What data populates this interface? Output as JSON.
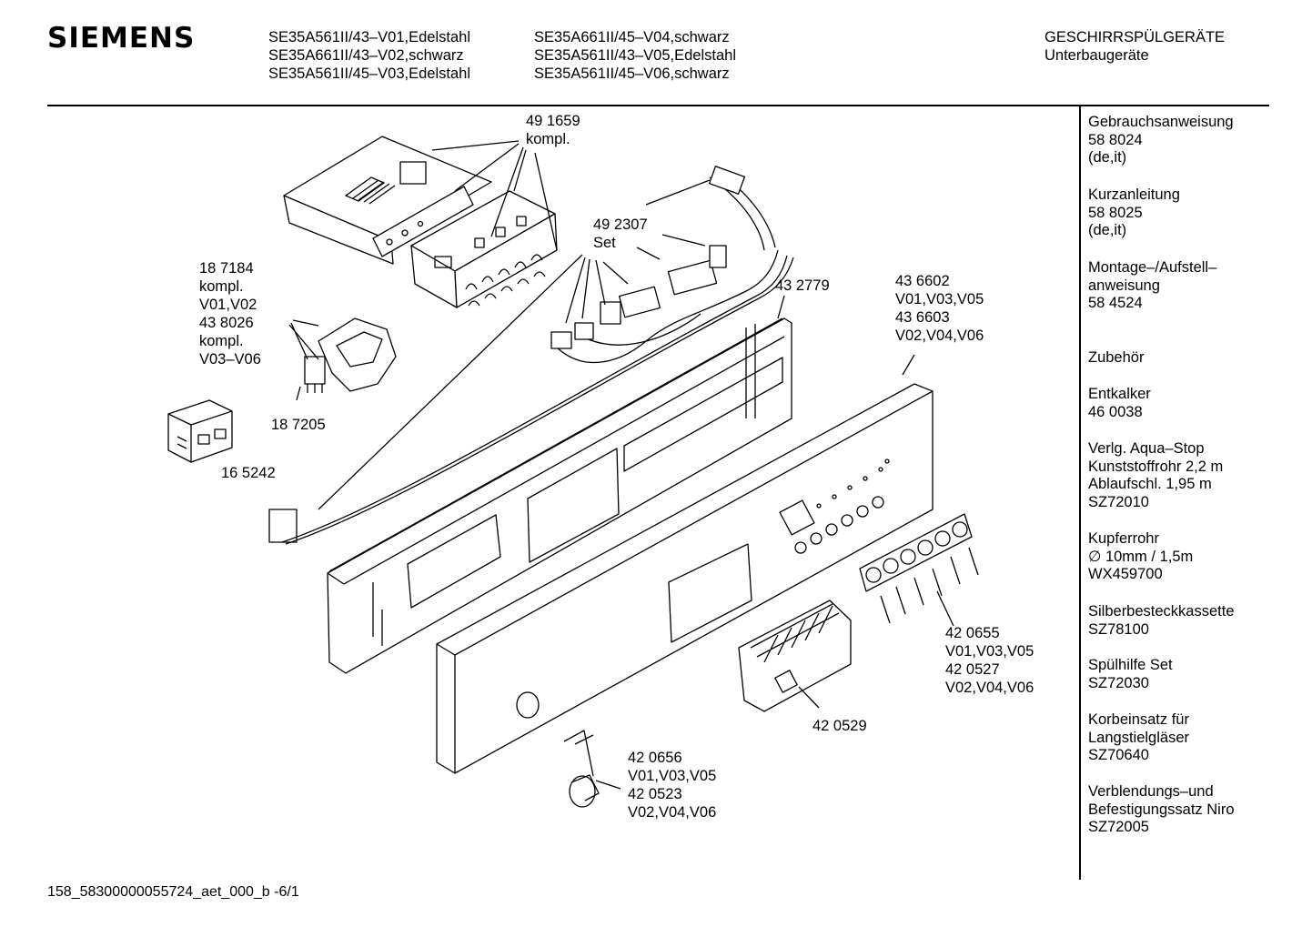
{
  "header": {
    "brand": "SIEMENS",
    "models_col1": [
      "SE35A561II/43–V01,Edelstahl",
      "SE35A661II/43–V02,schwarz",
      "SE35A561II/45–V03,Edelstahl"
    ],
    "models_col2": [
      "SE35A661II/45–V04,schwarz",
      "SE35A561II/43–V05,Edelstahl",
      "SE35A561II/45–V06,schwarz"
    ],
    "category": [
      "GESCHIRRSPÜLGERÄTE",
      "Unterbaugeräte"
    ]
  },
  "callouts": {
    "c491659": [
      "49 1659",
      "kompl."
    ],
    "c187184": [
      "18 7184",
      "kompl.",
      "V01,V02",
      "43 8026",
      "kompl.",
      "V03–V06"
    ],
    "c187205": [
      "18 7205"
    ],
    "c165242": [
      "16 5242"
    ],
    "c492307": [
      "49 2307",
      "Set"
    ],
    "c432779": [
      "43 2779"
    ],
    "c436602": [
      "43 6602",
      "V01,V03,V05",
      "43 6603",
      "V02,V04,V06"
    ],
    "c420655": [
      "42 0655",
      "V01,V03,V05",
      "42 0527",
      "V02,V04,V06"
    ],
    "c420529": [
      "42 0529"
    ],
    "c420656": [
      "42 0656",
      "V01,V03,V05",
      "42 0523",
      "V02,V04,V06"
    ]
  },
  "sidebar": [
    [
      "Gebrauchsanweisung",
      "58 8024",
      "(de,it)"
    ],
    [
      "Kurzanleitung",
      "58 8025",
      "(de,it)"
    ],
    [
      "Montage–/Aufstell–",
      "anweisung",
      "58 4524"
    ],
    [
      "Zubehör"
    ],
    [
      "Entkalker",
      "46 0038"
    ],
    [
      "Verlg. Aqua–Stop",
      "Kunststoffrohr 2,2 m",
      "Ablaufschl. 1,95 m",
      "SZ72010"
    ],
    [
      "Kupferrohr",
      "∅ 10mm / 1,5m",
      "WX459700"
    ],
    [
      "Silberbesteckkassette",
      "SZ78100"
    ],
    [
      "Spülhilfe Set",
      "SZ72030"
    ],
    [
      "Korbeinsatz für",
      "Langstielgläser",
      "SZ70640"
    ],
    [
      "Verblendungs–und",
      "Befestigungssatz Niro",
      "SZ72005"
    ]
  ],
  "footer": "158_58300000055724_aet_000_b -6/1"
}
